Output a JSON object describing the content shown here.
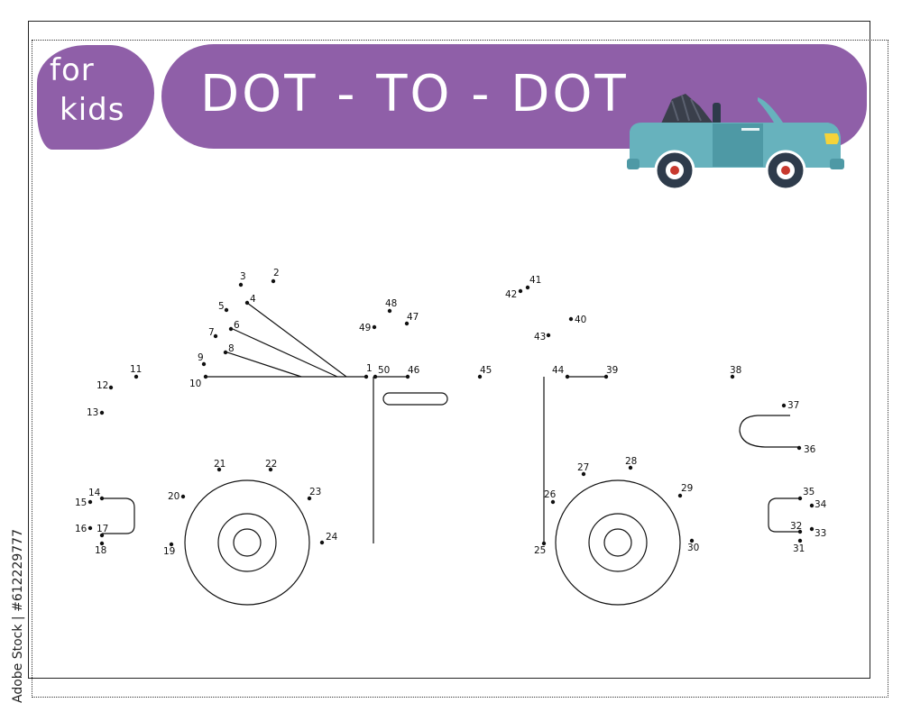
{
  "header": {
    "badge_line1": "for",
    "badge_line2": "kids",
    "title": "DOT - TO - DOT"
  },
  "side_credit": "Adobe Stock | #612229777",
  "colors": {
    "banner": "#8f5fa8",
    "car_body": "#67b2bd",
    "car_body_dark": "#4e99a5",
    "tire": "#2e3b4b",
    "headlight": "#f5d33a",
    "hub": "#c8392e"
  },
  "icons": [
    "convertible-car-icon"
  ],
  "dots": [
    {
      "n": "1"
    },
    {
      "n": "2"
    },
    {
      "n": "3"
    },
    {
      "n": "4"
    },
    {
      "n": "5"
    },
    {
      "n": "6"
    },
    {
      "n": "7"
    },
    {
      "n": "8"
    },
    {
      "n": "9"
    },
    {
      "n": "10"
    },
    {
      "n": "11"
    },
    {
      "n": "12"
    },
    {
      "n": "13"
    },
    {
      "n": "14"
    },
    {
      "n": "15"
    },
    {
      "n": "16"
    },
    {
      "n": "17"
    },
    {
      "n": "18"
    },
    {
      "n": "19"
    },
    {
      "n": "20"
    },
    {
      "n": "21"
    },
    {
      "n": "22"
    },
    {
      "n": "23"
    },
    {
      "n": "24"
    },
    {
      "n": "25"
    },
    {
      "n": "26"
    },
    {
      "n": "27"
    },
    {
      "n": "28"
    },
    {
      "n": "29"
    },
    {
      "n": "30"
    },
    {
      "n": "31"
    },
    {
      "n": "32"
    },
    {
      "n": "33"
    },
    {
      "n": "34"
    },
    {
      "n": "35"
    },
    {
      "n": "36"
    },
    {
      "n": "37"
    },
    {
      "n": "38"
    },
    {
      "n": "39"
    },
    {
      "n": "40"
    },
    {
      "n": "41"
    },
    {
      "n": "42"
    },
    {
      "n": "43"
    },
    {
      "n": "44"
    },
    {
      "n": "45"
    },
    {
      "n": "46"
    },
    {
      "n": "47"
    },
    {
      "n": "48"
    },
    {
      "n": "49"
    },
    {
      "n": "50"
    }
  ]
}
